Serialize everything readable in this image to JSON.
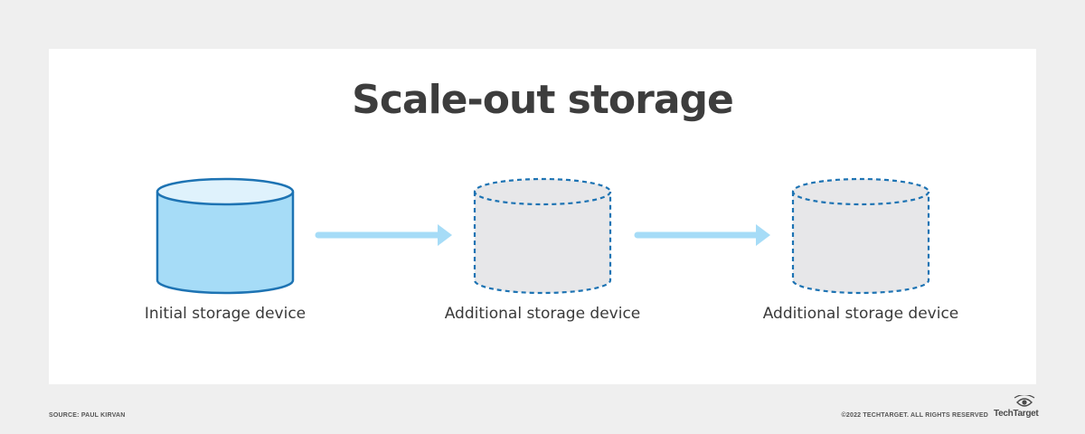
{
  "title": "Scale-out storage",
  "devices": [
    {
      "label": "Initial storage device",
      "style": "solid",
      "fill": "#a6dcf7",
      "top_fill": "#dff2fc",
      "stroke": "#1d73b3"
    },
    {
      "label": "Additional storage device",
      "style": "dashed",
      "fill": "#e7e7e9",
      "top_fill": "#e7e7e9",
      "stroke": "#1d73b3"
    },
    {
      "label": "Additional storage device",
      "style": "dashed",
      "fill": "#e7e7e9",
      "top_fill": "#e7e7e9",
      "stroke": "#1d73b3"
    }
  ],
  "arrow_color": "#a6dcf7",
  "footer": {
    "source": "SOURCE: PAUL KIRVAN",
    "copyright": "©2022 TECHTARGET. ALL RIGHTS RESERVED",
    "logo": "TechTarget"
  }
}
